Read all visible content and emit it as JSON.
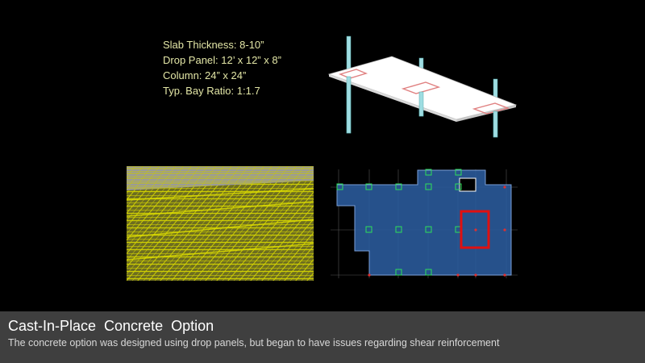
{
  "specs": {
    "slab_thickness": "Slab Thickness: 8-10”",
    "drop_panel": "Drop Panel: 12’ x 12” x 8”",
    "column": "Column: 24” x 24”",
    "bay_ratio": "Typ. Bay Ratio: 1:1.7"
  },
  "colors": {
    "spec_text": "#e3e6a6",
    "footer_bg": "#3f3f3f",
    "slab_fill": "#ffffff",
    "drop_panel_outline": "#e08080",
    "column_color": "#9fdde2",
    "render_mesh": "#c8c800",
    "render_bg": "#9a9a9a",
    "plan_slab": "#2a5a9a",
    "plan_highlight": "#e01010"
  },
  "footer": {
    "title": "Cast-In-Place  Concrete  Option",
    "subtitle": "The concrete option was designed using drop panels, but began to have issues regarding shear reinforcement"
  }
}
